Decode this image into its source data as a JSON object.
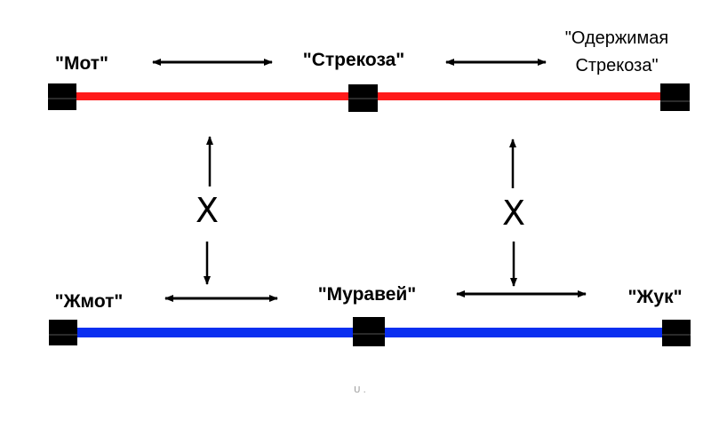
{
  "colors": {
    "top_line": "#ff1a1a",
    "bottom_line": "#0a2ff0",
    "node": "#000000",
    "arrow": "#000000"
  },
  "top_row": {
    "left_label": "\"Мот\"",
    "center_label": "\"Стрекоза\"",
    "right_label_line1": "\"Одержимая",
    "right_label_line2": "Стрекоза\""
  },
  "bottom_row": {
    "left_label": "\"Жмот\"",
    "center_label": "\"Муравей\"",
    "right_label": "\"Жук\""
  },
  "cross": {
    "left_symbol": "X",
    "right_symbol": "X"
  },
  "footer_mark": "U ."
}
